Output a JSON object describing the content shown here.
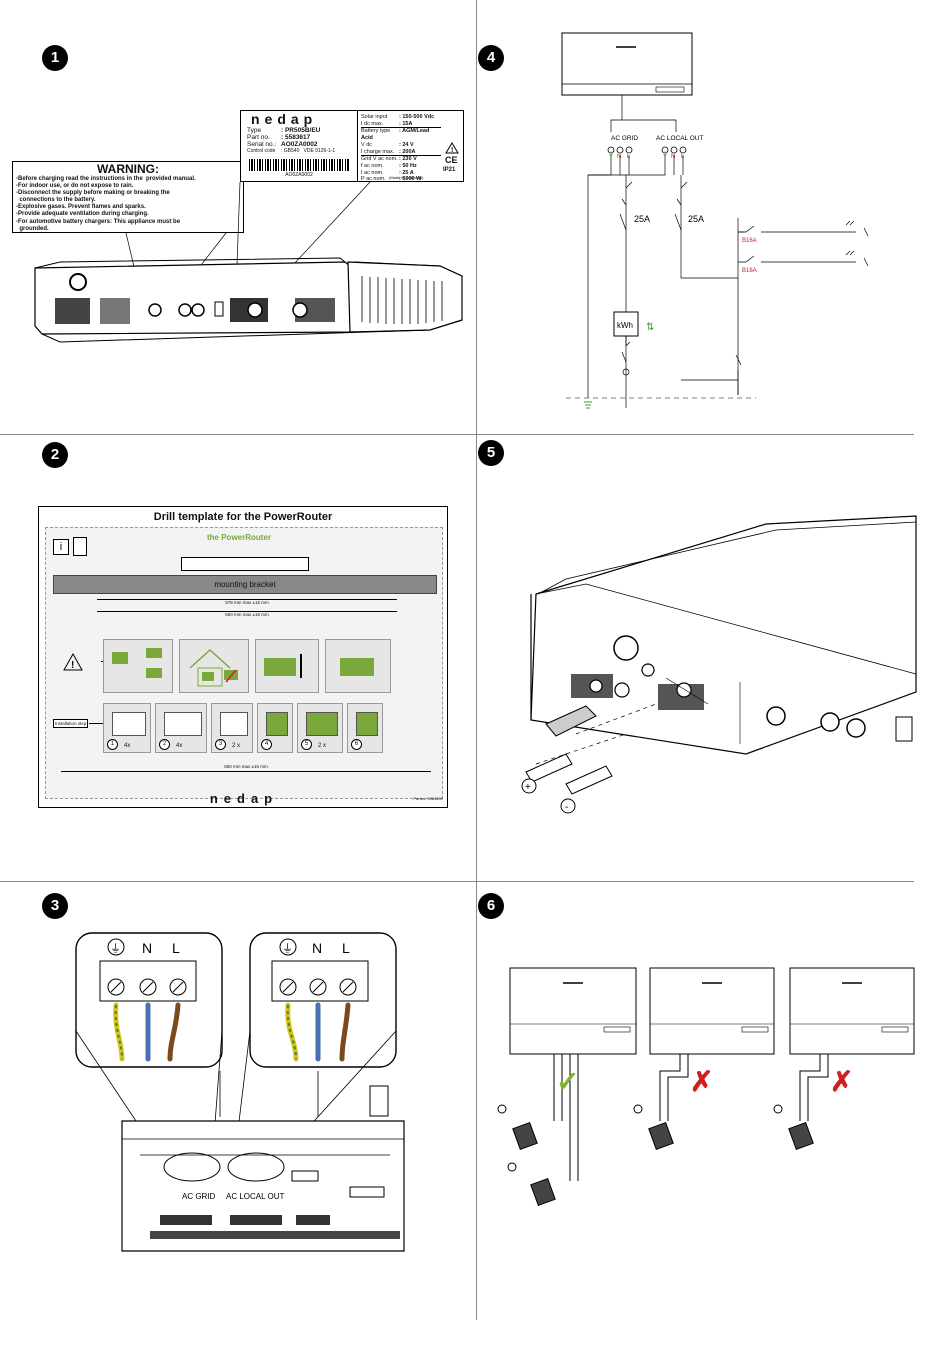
{
  "steps": [
    "1",
    "2",
    "3",
    "4",
    "5",
    "6"
  ],
  "step1": {
    "warning": {
      "title": "WARNING:",
      "lines": [
        "-Before charging read the instructions in the  provided manual.",
        "-For indoor use, or do not expose to rain.",
        "-Disconnect the supply before making or breaking the",
        "  connections to the battery.",
        "-Explosive gases. Prevent flames and sparks.",
        "-Provide adequate ventilation during charging.",
        "-For automotive battery chargers: This appliance must be",
        "  grounded."
      ]
    },
    "label": {
      "brand": "nedap",
      "type_key": "Type",
      "type_val": ": PR505B/EU",
      "part_key": "Part no.",
      "part_val": ": 5583617",
      "serial_key": "Serial no.:",
      "serial_val": "AO0ZA0002",
      "control_key": "Control code",
      "control_val": ": GB540",
      "vde": "VDE 0126-1-1",
      "barcode_text": "AO0ZA0002",
      "specs": [
        {
          "k": "Solar input",
          "v": ": 150-500 Vdc"
        },
        {
          "k": "I dc max.",
          "v": ": 15A"
        },
        {
          "k": "Battery type",
          "v": ": AGM/Lead Acid"
        },
        {
          "k": "V dc",
          "v": ": 24 V"
        },
        {
          "k": "I charge max.",
          "v": ": 200A"
        },
        {
          "k": "Grid V ac nom.",
          "v": ": 230 V"
        },
        {
          "k": "f ac nom.",
          "v": ": 50 Hz"
        },
        {
          "k": "I ac nom.",
          "v": ": 25 A"
        },
        {
          "k": "P ac nom.",
          "v": ": 5000 W"
        }
      ],
      "ip": "IP21",
      "ce": "CE",
      "made": "(Made in Germany)"
    }
  },
  "step2": {
    "title": "Drill template for the PowerRouter",
    "subtitle": "the PowerRouter",
    "bracket": "mounting bracket",
    "dim1": "578 mm  max ±15 mm",
    "dim2": "660 mm  max ±15 mm",
    "dim3": "650 mm  max ±15 mm",
    "install_label": "Installation step",
    "steps": [
      "1",
      "2",
      "3",
      "4",
      "5",
      "6"
    ],
    "hint_4x": "4x",
    "hint_2x": "2 x",
    "brand": "nedap",
    "part": "Partno. 5584851"
  },
  "step3": {
    "earth": "⏚",
    "n": "N",
    "l": "L",
    "ac_grid": "AC GRID",
    "ac_local": "AC LOCAL OUT"
  },
  "step4": {
    "ac_grid": "AC GRID",
    "ac_local": "AC LOCAL OUT",
    "n": "N",
    "l": "L",
    "breaker1": "25A",
    "breaker2": "25A",
    "b16a_1": "B16A",
    "b16a_2": "B16A",
    "kwh": "kWh"
  },
  "step5": {
    "plus": "+",
    "minus": "-"
  },
  "step6": {
    "ok": "✓",
    "bad1": "✗",
    "bad2": "✗"
  },
  "colors": {
    "green": "#7fb52b",
    "red": "#d01f1f",
    "earth_yellow": "#d9c21f",
    "blue": "#4a6fb5",
    "brown": "#7a4a1f",
    "panel_green": "#7aa83a"
  }
}
